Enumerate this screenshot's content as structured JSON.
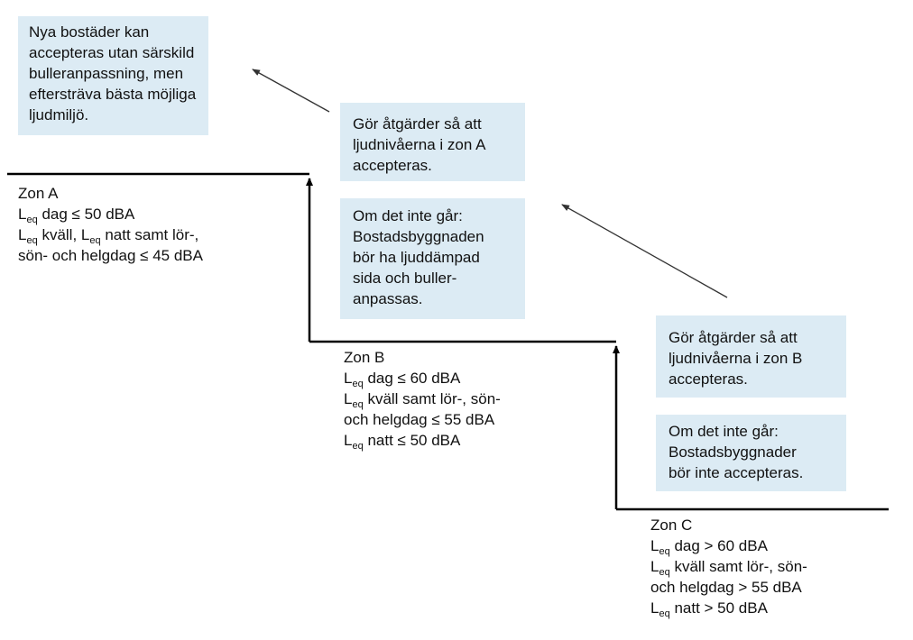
{
  "boxes": {
    "top_left": {
      "lines": [
        "Nya bostäder kan",
        "accepteras utan särskild",
        "bulleranpassning, men",
        "eftersträva bästa möjliga",
        "ljudmiljö."
      ]
    },
    "zone_a_measures": {
      "lines": [
        "Gör åtgärder så att",
        "ljudnivåerna  i zon A",
        "accepteras."
      ]
    },
    "zone_a_fallback": {
      "lines": [
        "Om det inte går:",
        "Bostadsbyggnaden",
        "bör ha ljuddämpad",
        "sida och buller-",
        "anpassas."
      ]
    },
    "zone_b_measures": {
      "lines": [
        "Gör åtgärder så att",
        "ljudnivåerna i zon B",
        "accepteras."
      ]
    },
    "zone_b_fallback": {
      "lines": [
        "Om det inte går:",
        "Bostadsbyggnader",
        "bör inte accepteras."
      ]
    }
  },
  "zones": {
    "a": {
      "title": "Zon A",
      "lines": [
        {
          "prefix": "L",
          "sub": "eq",
          "text": " dag ≤ 50 dBA"
        },
        {
          "prefix": "L",
          "sub": "eq",
          "text": " kväll,  L",
          "sub2": "eq",
          "text2": " natt samt lör-,"
        },
        {
          "prefix": "",
          "sub": "",
          "text": "sön- och helgdag ≤ 45 dBA"
        }
      ]
    },
    "b": {
      "title": "Zon B",
      "lines": [
        {
          "prefix": "L",
          "sub": "eq",
          "text": " dag ≤ 60 dBA"
        },
        {
          "prefix": "L",
          "sub": "eq",
          "text": " kväll samt lör-, sön-"
        },
        {
          "prefix": "",
          "sub": "",
          "text": "och helgdag ≤ 55 dBA"
        },
        {
          "prefix": "L",
          "sub": "eq",
          "text": " natt  ≤ 50 dBA"
        }
      ]
    },
    "c": {
      "title": "Zon C",
      "lines": [
        {
          "prefix": "L",
          "sub": "eq",
          "text": " dag > 60 dBA"
        },
        {
          "prefix": "L",
          "sub": "eq",
          "text": " kväll samt lör-, sön-"
        },
        {
          "prefix": "",
          "sub": "",
          "text": "och helgdag > 55 dBA"
        },
        {
          "prefix": "L",
          "sub": "eq",
          "text": " natt > 50 dBA"
        }
      ]
    }
  },
  "colors": {
    "box_fill": "#dcebf4",
    "line": "#000000",
    "arrow": "#333333"
  }
}
